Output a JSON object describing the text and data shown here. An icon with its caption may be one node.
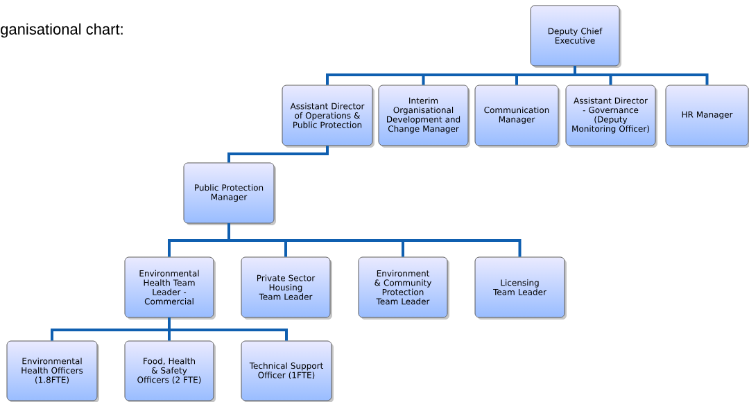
{
  "diagram": {
    "title": "ganisational chart:",
    "nodes": [
      {
        "text": [
          "Deputy Chief Executive"
        ]
      },
      {
        "text": [
          "Assistant Director of Operations & Public Protection"
        ]
      },
      {
        "text": [
          "Interim Organisational Development and Change Manager"
        ]
      },
      {
        "text": [
          "Communication Manager"
        ]
      },
      {
        "text": [
          "Assistant Director - Governance (Deputy Monitoring Officer)"
        ]
      },
      {
        "text": [
          "HR Manager"
        ]
      },
      {
        "text": [
          "Public Protection Manager"
        ]
      },
      {
        "text": [
          "Environmental Health Team Leader - Commercial"
        ]
      },
      {
        "text": [
          "Private Sector Housing Team Leader"
        ]
      },
      {
        "text": [
          "Environment & Community Protection Team Leader"
        ]
      },
      {
        "text": [
          "Licensing Team Leader"
        ]
      },
      {
        "text": [
          "Environmental Health Officers (1.8FTE)"
        ]
      },
      {
        "text": [
          "Food, Health & Safety Officers (2 FTE)"
        ]
      },
      {
        "text": [
          "Technical Support Officer (1FTE)"
        ]
      }
    ],
    "edges": [
      {
        "from": 0,
        "to": 1,
        "arrow": "none"
      },
      {
        "from": 0,
        "to": 2,
        "arrow": "none"
      },
      {
        "from": 0,
        "to": 3,
        "arrow": "none"
      },
      {
        "from": 0,
        "to": 4,
        "arrow": "none"
      },
      {
        "from": 0,
        "to": 5,
        "arrow": "none"
      },
      {
        "from": 1,
        "to": 6,
        "arrow": "none"
      },
      {
        "from": 6,
        "to": 7,
        "arrow": "none"
      },
      {
        "from": 6,
        "to": 8,
        "arrow": "none"
      },
      {
        "from": 6,
        "to": 9,
        "arrow": "none"
      },
      {
        "from": 6,
        "to": 10,
        "arrow": "none"
      },
      {
        "from": 7,
        "to": 11,
        "arrow": "none"
      },
      {
        "from": 7,
        "to": 12,
        "arrow": "none"
      },
      {
        "from": 7,
        "to": 13,
        "arrow": "none"
      }
    ]
  }
}
